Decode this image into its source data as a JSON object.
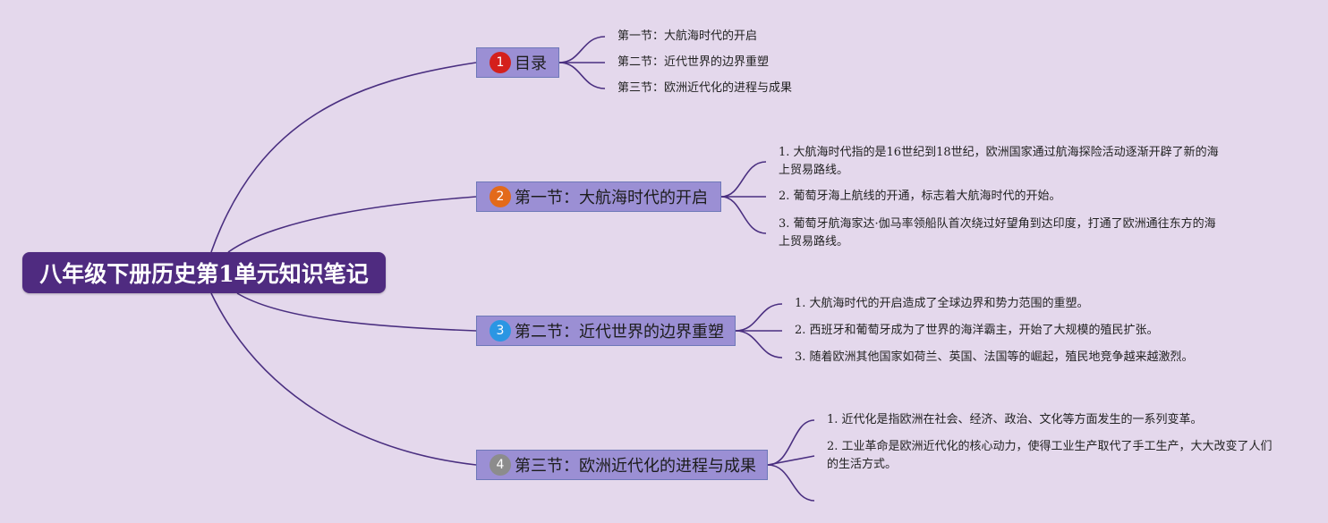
{
  "root": {
    "title": "八年级下册历史第1单元知识笔记"
  },
  "branches": [
    {
      "badge": "1",
      "badge_color": "#d4201c",
      "label": "目录",
      "leaves": [
        "第一节：大航海时代的开启",
        "第二节：近代世界的边界重塑",
        "第三节：欧洲近代化的进程与成果"
      ]
    },
    {
      "badge": "2",
      "badge_color": "#e36a1a",
      "label": "第一节：大航海时代的开启",
      "leaves": [
        "1. 大航海时代指的是16世纪到18世纪，欧洲国家通过航海探险活动逐渐开辟了新的海上贸易路线。",
        "2. 葡萄牙海上航线的开通，标志着大航海时代的开始。",
        "3. 葡萄牙航海家达·伽马率领船队首次绕过好望角到达印度，打通了欧洲通往东方的海上贸易路线。"
      ]
    },
    {
      "badge": "3",
      "badge_color": "#2b96e3",
      "label": "第二节：近代世界的边界重塑",
      "leaves": [
        "1. 大航海时代的开启造成了全球边界和势力范围的重塑。",
        "2. 西班牙和葡萄牙成为了世界的海洋霸主，开始了大规模的殖民扩张。",
        "3. 随着欧洲其他国家如荷兰、英国、法国等的崛起，殖民地竞争越来越激烈。"
      ]
    },
    {
      "badge": "4",
      "badge_color": "#8c8c8c",
      "label": "第三节：欧洲近代化的进程与成果",
      "leaves": [
        "1. 近代化是指欧洲在社会、经济、政治、文化等方面发生的一系列变革。",
        "2. 工业革命是欧洲近代化的核心动力，使得工业生产取代了手工生产，大大改变了人们的生活方式。",
        ""
      ]
    }
  ],
  "colors": {
    "background": "#e4d8ec",
    "root": "#4f2b80",
    "branch": "#9b8fd4",
    "line": "#4a2f80"
  }
}
